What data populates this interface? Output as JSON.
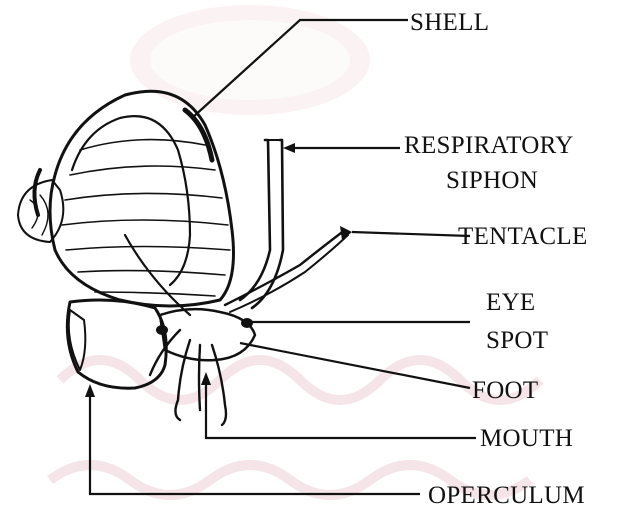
{
  "labels": {
    "shell": "SHELL",
    "respiratory": "RESPIRATORY",
    "siphon": "SIPHON",
    "tentacle": "TENTACLE",
    "eye": "EYE",
    "spot": "SPOT",
    "foot": "FOOT",
    "mouth": "MOUTH",
    "operculum": "OPERCULUM"
  },
  "colors": {
    "ink": "#111111",
    "watermark": "#f4e3e6",
    "background": "#ffffff"
  }
}
